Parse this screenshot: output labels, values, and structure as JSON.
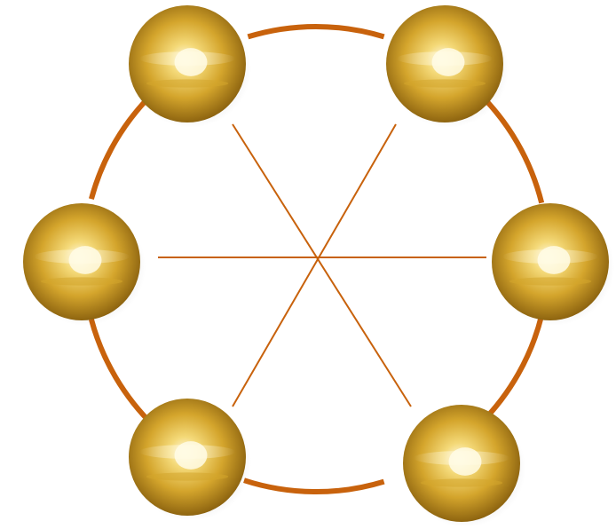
{
  "diagram": {
    "type": "network",
    "topology": "ring-with-diameters",
    "node_count": 6,
    "node_style": "gold-sphere-icon",
    "nodes": [
      {
        "id": "node-top-left"
      },
      {
        "id": "node-top-right"
      },
      {
        "id": "node-middle-left"
      },
      {
        "id": "node-middle-right"
      },
      {
        "id": "node-bottom-left"
      },
      {
        "id": "node-bottom-right"
      }
    ],
    "ring_links": [
      [
        "node-top-left",
        "node-top-right"
      ],
      [
        "node-top-right",
        "node-middle-right"
      ],
      [
        "node-middle-right",
        "node-bottom-right"
      ],
      [
        "node-bottom-right",
        "node-bottom-left"
      ],
      [
        "node-bottom-left",
        "node-middle-left"
      ],
      [
        "node-middle-left",
        "node-top-left"
      ]
    ],
    "diameter_links": [
      [
        "node-top-left",
        "node-bottom-right"
      ],
      [
        "node-top-right",
        "node-bottom-left"
      ],
      [
        "node-middle-left",
        "node-middle-right"
      ]
    ],
    "colors": {
      "background": "#ffffff",
      "ring_link": "#c8620c",
      "diameter_link": "#c8620c",
      "node_highlight": "#fffbe6",
      "node_light": "#f4d978",
      "node_mid": "#d4a52c",
      "node_dark": "#7a5208"
    }
  }
}
